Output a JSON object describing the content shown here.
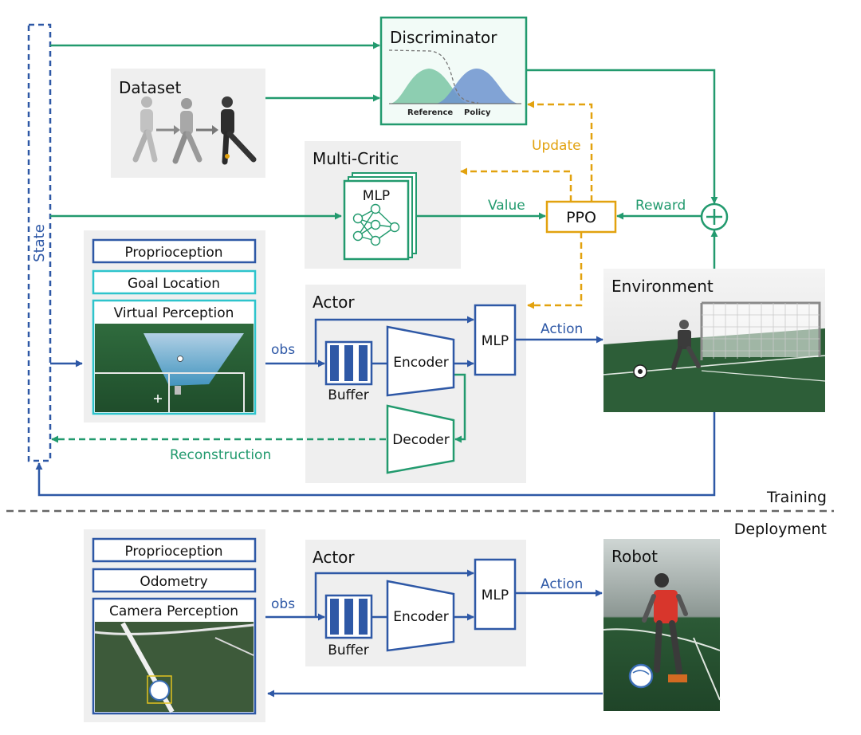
{
  "colors": {
    "green": "#229a6e",
    "blue": "#2e58a6",
    "orange": "#e2a20f",
    "cyan": "#2ec4cc",
    "panel": "#efefef",
    "text": "#111111"
  },
  "icons": [
    "neural-network-icon",
    "buffer-icon",
    "humanoid-robot-icon",
    "soccer-ball-icon",
    "soccer-goal-icon",
    "sum-node-icon"
  ],
  "training": {
    "section_label": "Training",
    "state_label": "State",
    "discriminator": {
      "title": "Discriminator",
      "reference_label": "Reference",
      "policy_label": "Policy"
    },
    "dataset": {
      "title": "Dataset"
    },
    "multi_critic": {
      "title": "Multi-Critic",
      "mlp_label": "MLP"
    },
    "ppo_label": "PPO",
    "edge_labels": {
      "update": "Update",
      "value": "Value",
      "reward": "Reward",
      "obs": "obs",
      "action": "Action",
      "reconstruction": "Reconstruction"
    },
    "observations": {
      "proprioception": "Proprioception",
      "goal_location": "Goal Location",
      "virtual_perception": "Virtual Perception"
    },
    "actor": {
      "title": "Actor",
      "buffer_label": "Buffer",
      "encoder_label": "Encoder",
      "decoder_label": "Decoder",
      "mlp_label": "MLP"
    },
    "environment": {
      "title": "Environment"
    }
  },
  "deployment": {
    "section_label": "Deployment",
    "observations": {
      "proprioception": "Proprioception",
      "odometry": "Odometry",
      "camera_perception": "Camera Perception"
    },
    "actor": {
      "title": "Actor",
      "buffer_label": "Buffer",
      "encoder_label": "Encoder",
      "mlp_label": "MLP"
    },
    "edge_labels": {
      "obs": "obs",
      "action": "Action"
    },
    "robot": {
      "title": "Robot"
    }
  }
}
